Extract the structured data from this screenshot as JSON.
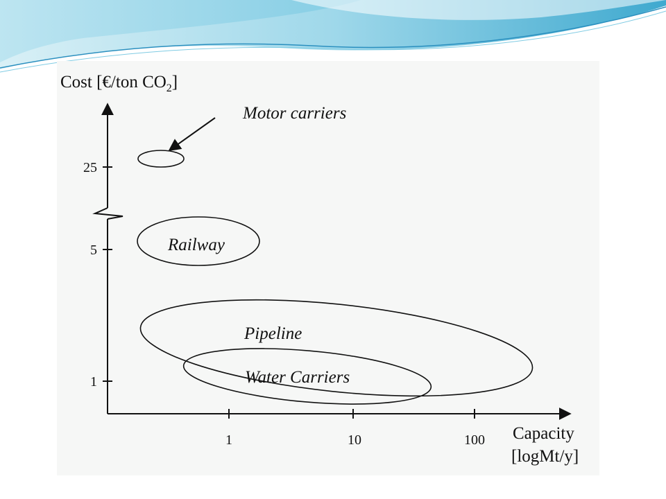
{
  "header": {
    "colors": {
      "band_light": "#d9f0f6",
      "band_mid": "#9fd8ea",
      "band_dark": "#3fa9cf",
      "accent_line": "#2a8fbf"
    }
  },
  "figure": {
    "y_axis_title_main": "Cost [€/ton CO",
    "y_axis_title_sub": "2",
    "y_axis_title_end": "]",
    "x_axis_title_line1": "Capacity",
    "x_axis_title_line2": "[logMt/y]",
    "y_ticks": [
      "25",
      "5",
      "1"
    ],
    "x_ticks": [
      "1",
      "10",
      "100"
    ],
    "callout_label": "Motor carriers",
    "regions": [
      {
        "id": "motor",
        "label": ""
      },
      {
        "id": "railway",
        "label": "Railway"
      },
      {
        "id": "pipeline",
        "label": "Pipeline"
      },
      {
        "id": "water",
        "label": "Water Carriers"
      }
    ],
    "colors": {
      "ink": "#111111",
      "panel": "#f6f7f6"
    }
  }
}
